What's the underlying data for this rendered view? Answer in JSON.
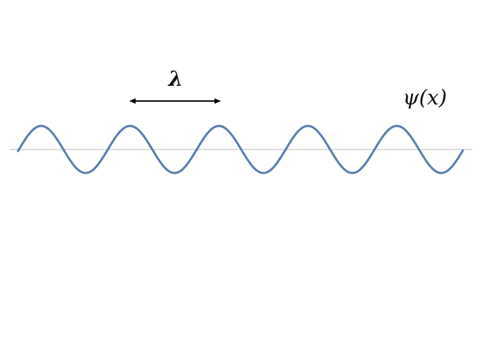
{
  "labels": {
    "wavelength_symbol": "λ",
    "function_label": "ψ(x)"
  },
  "colors": {
    "wave": "#5b7fb0",
    "axis": "#c8c8c8",
    "arrow": "#000000",
    "background": "#ffffff"
  },
  "wave": {
    "shape": "sine",
    "visible_peaks": 5
  }
}
